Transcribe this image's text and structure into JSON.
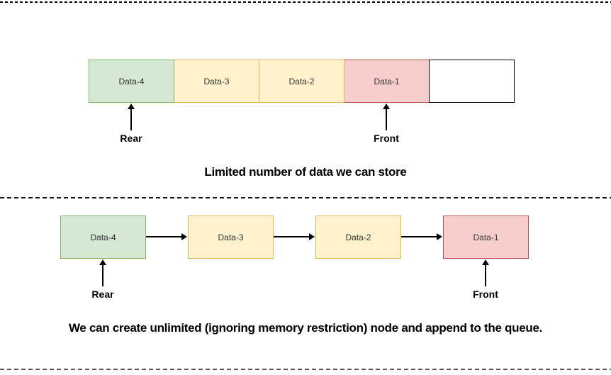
{
  "colors": {
    "green_fill": "#d5e8d4",
    "green_stroke": "#82b366",
    "yellow_fill": "#fff2cc",
    "yellow_stroke": "#d6b656",
    "red_fill": "#f8cecc",
    "red_stroke": "#b85450",
    "empty_fill": "#ffffff",
    "empty_stroke": "#000000",
    "arrow": "#000000"
  },
  "top_section": {
    "cells": [
      {
        "label": "Data-4",
        "color": "green"
      },
      {
        "label": "Data-3",
        "color": "yellow"
      },
      {
        "label": "Data-2",
        "color": "yellow"
      },
      {
        "label": "Data-1",
        "color": "red"
      },
      {
        "label": "",
        "color": "empty"
      }
    ],
    "rear_label": "Rear",
    "front_label": "Front",
    "caption": "Limited number of data we can store"
  },
  "bottom_section": {
    "nodes": [
      {
        "label": "Data-4",
        "color": "green"
      },
      {
        "label": "Data-3",
        "color": "yellow"
      },
      {
        "label": "Data-2",
        "color": "yellow"
      },
      {
        "label": "Data-1",
        "color": "red"
      }
    ],
    "rear_label": "Rear",
    "front_label": "Front",
    "caption": "We can create unlimited (ignoring memory restriction) node and append to the queue."
  }
}
